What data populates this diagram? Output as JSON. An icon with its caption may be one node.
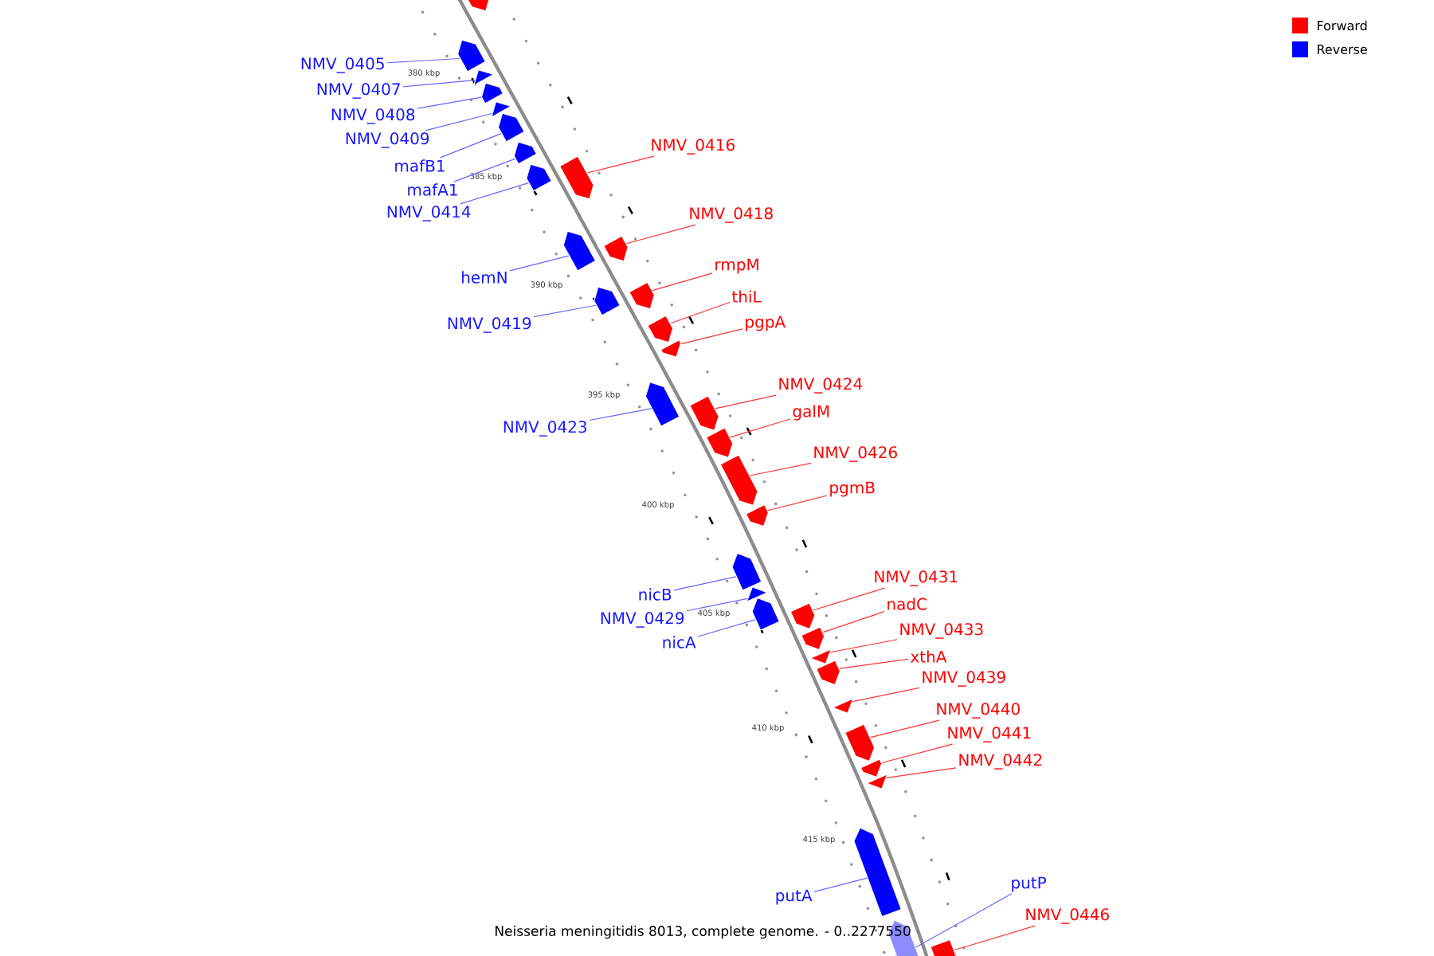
{
  "diagram": {
    "caption": "Neisseria meningitidis 8013, complete genome. - 0..2277550",
    "nodes": [
      {
        "text": [
          "NMV_0405"
        ]
      },
      {
        "text": [
          "NMV_0407"
        ]
      },
      {
        "text": [
          "NMV_0408"
        ]
      },
      {
        "text": [
          "NMV_0409"
        ]
      },
      {
        "text": [
          "mafB1"
        ]
      },
      {
        "text": [
          "mafA1"
        ]
      },
      {
        "text": [
          "NMV_0414"
        ]
      },
      {
        "text": [
          "NMV_0416"
        ]
      },
      {
        "text": [
          "hemN"
        ]
      },
      {
        "text": [
          "NMV_0418"
        ]
      },
      {
        "text": [
          "NMV_0419"
        ]
      },
      {
        "text": [
          "rmpM"
        ]
      },
      {
        "text": [
          "thiL"
        ]
      },
      {
        "text": [
          "pgpA"
        ]
      },
      {
        "text": [
          "NMV_0423"
        ]
      },
      {
        "text": [
          "NMV_0424"
        ]
      },
      {
        "text": [
          "galM"
        ]
      },
      {
        "text": [
          "NMV_0426"
        ]
      },
      {
        "text": [
          "pgmB"
        ]
      },
      {
        "text": [
          "nicB"
        ]
      },
      {
        "text": [
          "NMV_0429"
        ]
      },
      {
        "text": [
          "nicA"
        ]
      },
      {
        "text": [
          "NMV_0431"
        ]
      },
      {
        "text": [
          "nadC"
        ]
      },
      {
        "text": [
          "NMV_0433"
        ]
      },
      {
        "text": [
          "xthA"
        ]
      },
      {
        "text": [
          "NMV_0439"
        ]
      },
      {
        "text": [
          "NMV_0440"
        ]
      },
      {
        "text": [
          "NMV_0441"
        ]
      },
      {
        "text": [
          "NMV_0442"
        ]
      },
      {
        "text": [
          "putA"
        ]
      },
      {
        "text": [
          "putP"
        ]
      },
      {
        "text": [
          "NMV_0446"
        ]
      },
      {
        "text": [],
        "shape": "bar"
      },
      {
        "text": [],
        "shape": "bar"
      },
      {
        "text": [],
        "shape": "bar"
      },
      {
        "text": [],
        "shape": "bar"
      },
      {
        "text": [],
        "shape": "bar"
      },
      {
        "text": [],
        "shape": "bar"
      },
      {
        "text": [],
        "shape": "bar"
      },
      {
        "text": [],
        "shape": "bar"
      },
      {
        "text": [],
        "shape": "bar"
      },
      {
        "text": [],
        "shape": "bar"
      },
      {
        "text": [],
        "shape": "bar"
      },
      {
        "text": [],
        "shape": "bar"
      },
      {
        "text": [],
        "shape": "bar"
      },
      {
        "text": [],
        "shape": "bar"
      },
      {
        "text": [],
        "shape": "bar"
      },
      {
        "text": [],
        "shape": "bar"
      },
      {
        "text": [],
        "shape": "bar"
      },
      {
        "text": [],
        "shape": "bar"
      },
      {
        "text": [],
        "shape": "bar"
      },
      {
        "text": [],
        "shape": "bar"
      },
      {
        "text": [],
        "shape": "bar"
      },
      {
        "text": [],
        "shape": "bar"
      },
      {
        "text": [],
        "shape": "bar"
      },
      {
        "text": [],
        "shape": "bar"
      },
      {
        "text": [],
        "shape": "bar"
      },
      {
        "text": [],
        "shape": "bar"
      },
      {
        "text": [],
        "shape": "bar"
      },
      {
        "text": [],
        "shape": "bar"
      },
      {
        "text": [],
        "shape": "bar"
      },
      {
        "text": [],
        "shape": "bar"
      },
      {
        "text": [],
        "shape": "bar"
      },
      {
        "text": [],
        "shape": "bar"
      },
      {
        "text": [],
        "shape": "bar"
      },
      {
        "text": [],
        "shape": "bar"
      }
    ],
    "edges": [
      {
        "from": 0,
        "to": 34,
        "arrow": "none",
        "color": "#6666ff"
      },
      {
        "from": 1,
        "to": 35,
        "arrow": "none",
        "color": "#6666ff"
      },
      {
        "from": 2,
        "to": 36,
        "arrow": "none",
        "color": "#6666ff"
      },
      {
        "from": 3,
        "to": 37,
        "arrow": "none",
        "color": "#6666ff"
      },
      {
        "from": 4,
        "to": 38,
        "arrow": "none",
        "color": "#6666ff"
      },
      {
        "from": 5,
        "to": 39,
        "arrow": "none",
        "color": "#6666ff"
      },
      {
        "from": 6,
        "to": 40,
        "arrow": "none",
        "color": "#6666ff"
      },
      {
        "from": 7,
        "to": 41,
        "arrow": "none"
      },
      {
        "from": 8,
        "to": 42,
        "arrow": "none",
        "color": "#6666ff"
      },
      {
        "from": 9,
        "to": 43,
        "arrow": "none"
      },
      {
        "from": 10,
        "to": 44,
        "arrow": "none",
        "color": "#6666ff"
      },
      {
        "from": 11,
        "to": 45,
        "arrow": "none"
      },
      {
        "from": 12,
        "to": 46,
        "arrow": "none"
      },
      {
        "from": 13,
        "to": 47,
        "arrow": "none"
      },
      {
        "from": 14,
        "to": 48,
        "arrow": "none",
        "color": "#6666ff"
      },
      {
        "from": 15,
        "to": 49,
        "arrow": "none"
      },
      {
        "from": 16,
        "to": 50,
        "arrow": "none"
      },
      {
        "from": 17,
        "to": 51,
        "arrow": "none"
      },
      {
        "from": 18,
        "to": 52,
        "arrow": "none"
      },
      {
        "from": 19,
        "to": 53,
        "arrow": "none",
        "color": "#6666ff"
      },
      {
        "from": 20,
        "to": 54,
        "arrow": "none",
        "color": "#6666ff"
      },
      {
        "from": 21,
        "to": 55,
        "arrow": "none",
        "color": "#6666ff"
      },
      {
        "from": 22,
        "to": 56,
        "arrow": "none"
      },
      {
        "from": 23,
        "to": 57,
        "arrow": "none"
      },
      {
        "from": 24,
        "to": 58,
        "arrow": "none"
      },
      {
        "from": 25,
        "to": 59,
        "arrow": "none"
      },
      {
        "from": 26,
        "to": 60,
        "arrow": "none"
      },
      {
        "from": 27,
        "to": 61,
        "arrow": "none"
      },
      {
        "from": 28,
        "to": 62,
        "arrow": "none"
      },
      {
        "from": 29,
        "to": 63,
        "arrow": "none"
      },
      {
        "from": 30,
        "to": 64,
        "arrow": "none",
        "color": "#6666ff"
      },
      {
        "from": 31,
        "to": 65,
        "arrow": "none",
        "color": "#6666ff"
      },
      {
        "from": 32,
        "to": 66,
        "arrow": "none"
      }
    ],
    "labels": [
      "380 kbp",
      "385 kbp",
      "390 kbp",
      "395 kbp",
      "400 kbp",
      "405 kbp",
      "410 kbp",
      "415 kbp"
    ],
    "legend": [
      {
        "text": "Forward",
        "color": "#ff0000"
      },
      {
        "text": "Reverse",
        "color": "#0000ff"
      }
    ]
  }
}
